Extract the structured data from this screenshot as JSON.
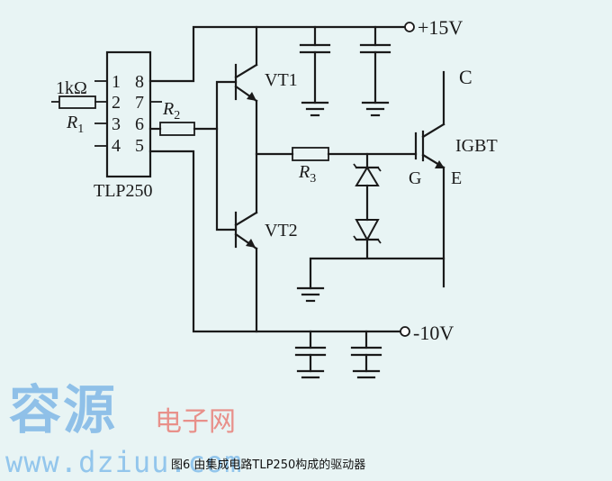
{
  "diagram": {
    "supply_pos": "+15V",
    "supply_neg": "-10V",
    "vt1": "VT1",
    "vt2": "VT2",
    "r1": "R",
    "r1_sub": "1",
    "r2": "R",
    "r2_sub": "2",
    "r3": "R",
    "r3_sub": "3",
    "res_1k": "1kΩ",
    "ic_name": "TLP250",
    "pins_left": [
      "1",
      "2",
      "3",
      "4"
    ],
    "pins_right": [
      "8",
      "7",
      "6",
      "5"
    ],
    "igbt": "IGBT",
    "collector": "C",
    "gate": "G",
    "emitter": "E"
  },
  "watermark": {
    "brand_cn": "容源",
    "site_cn": "电子网",
    "url": "www.dziuu.com"
  },
  "caption": "图6 由集成电路TLP250构成的驱动器"
}
